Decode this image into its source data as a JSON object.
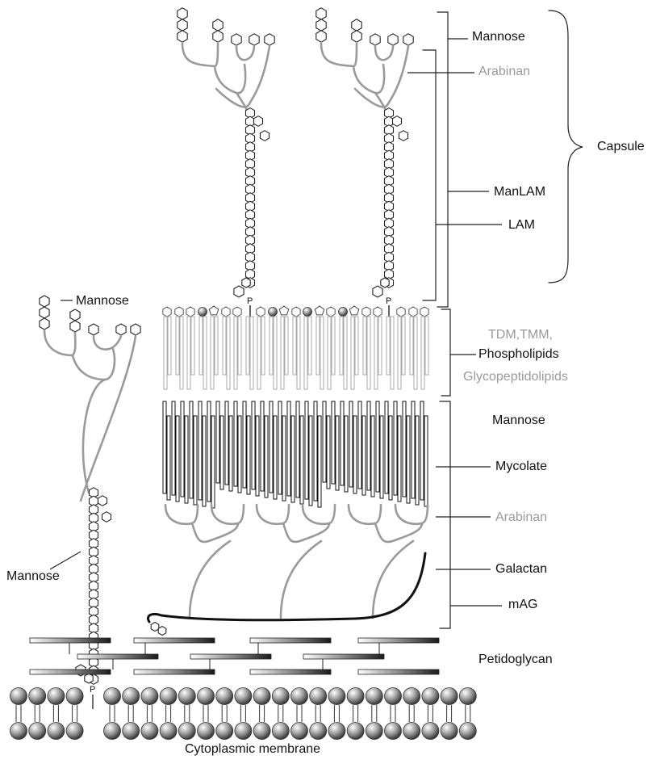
{
  "labels": {
    "mannose_top": "Mannose",
    "arabinan_top": "Arabinan",
    "capsule": "Capsule",
    "manlam": "ManLAM",
    "lam": "LAM",
    "mannose_left": "Mannose",
    "tdm_tmm": "TDM,TMM,",
    "phospholipids": "Phospholipids",
    "glycopeptidolipids": "Glycopeptidolipids",
    "mannose_mid": "Mannose",
    "mycolate": "Mycolate",
    "arabinan_mid": "Arabinan",
    "galactan": "Galactan",
    "mag": "mAG",
    "peptidoglycan": "Petidoglycan",
    "mannose_side": "Mannose",
    "cytoplasmic_membrane": "Cytoplasmic membrane",
    "phosphate": "P"
  },
  "colors": {
    "gray_text": "#9a9a9a",
    "black_text": "#111111",
    "arabinan_branch": "#9a9a9a",
    "galactan_chain": "#111111"
  }
}
